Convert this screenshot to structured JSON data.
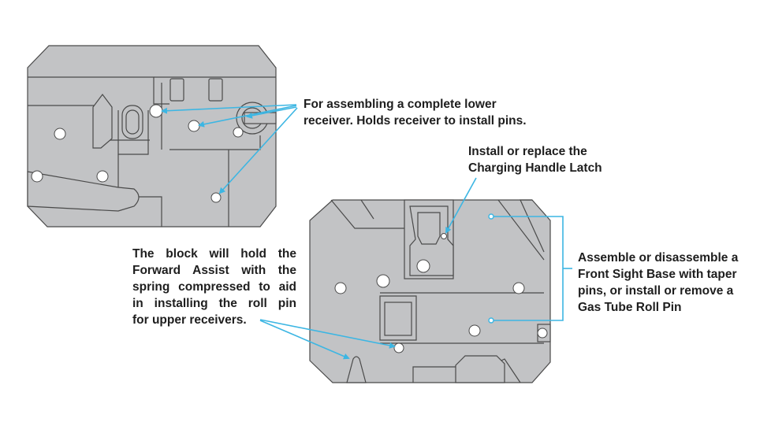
{
  "colors": {
    "block_fill": "#c2c3c5",
    "block_stroke": "#4a4a4a",
    "callout_line": "#3cb6e3",
    "text": "#1e1e1e"
  },
  "callouts": {
    "lower_receiver": {
      "lines": [
        "For assembling a complete lower",
        "receiver. Holds receiver to install pins."
      ]
    },
    "charging_handle": {
      "lines": [
        "Install or replace the",
        "Charging Handle Latch"
      ]
    },
    "front_sight": {
      "lines": [
        "Assemble or disassemble a",
        "Front Sight Base with taper",
        "pins, or install or remove a",
        "Gas Tube Roll Pin"
      ]
    },
    "forward_assist": {
      "lines": [
        "The block will hold the",
        "Forward Assist with the",
        "spring compressed to aid",
        "in installing the roll pin",
        "for upper receivers."
      ]
    }
  }
}
